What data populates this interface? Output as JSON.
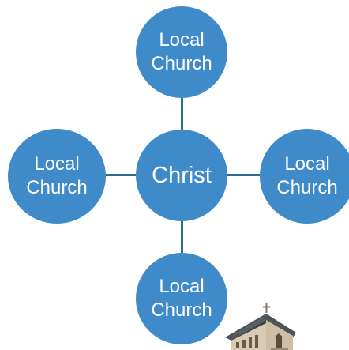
{
  "diagram": {
    "center": {
      "lines": [
        "Christ"
      ]
    },
    "nodes": [
      {
        "id": "top",
        "lines": [
          "Local",
          "Church"
        ]
      },
      {
        "id": "left",
        "lines": [
          "Local",
          "Church"
        ]
      },
      {
        "id": "right",
        "lines": [
          "Local",
          "Church"
        ]
      },
      {
        "id": "bottom",
        "lines": [
          "Local",
          "Church"
        ]
      }
    ]
  },
  "colors": {
    "node_fill": "#3f8bc9",
    "connector": "#2f6a8f",
    "text": "#ffffff"
  },
  "icons": {
    "church": "church-building-icon"
  }
}
